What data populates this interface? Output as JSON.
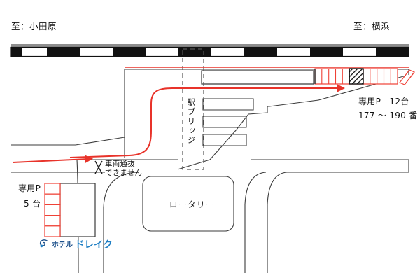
{
  "map": {
    "title_alt": "ホテルドレイク アクセスマップ",
    "directions": {
      "left": "至：小田原",
      "right": "至：横浜"
    },
    "labels": {
      "station_bridge": "駅ブリッジ",
      "rotary": "ロータリー",
      "no_through_line1": "車両通抜",
      "no_through_line2": "できません",
      "no_through_mark": "x-mark-icon"
    },
    "parking_main": {
      "label": "専用P　12台",
      "numbers": "177 〜 190 番",
      "stall_count": 12,
      "occupied_index": 6
    },
    "parking_hotel": {
      "label": "専用P",
      "capacity": "5 台",
      "stall_count": 5
    },
    "logo": {
      "mark": "swirl-icon",
      "text_small": "ホテル",
      "text_large": "ドレイク"
    },
    "colors": {
      "route": "#e8332a",
      "stall": "#ef4136",
      "road": "#3b3b3b",
      "rail_dark": "#111111",
      "logo_dark": "#1b4f8a",
      "logo_light": "#1f7fc4"
    }
  }
}
